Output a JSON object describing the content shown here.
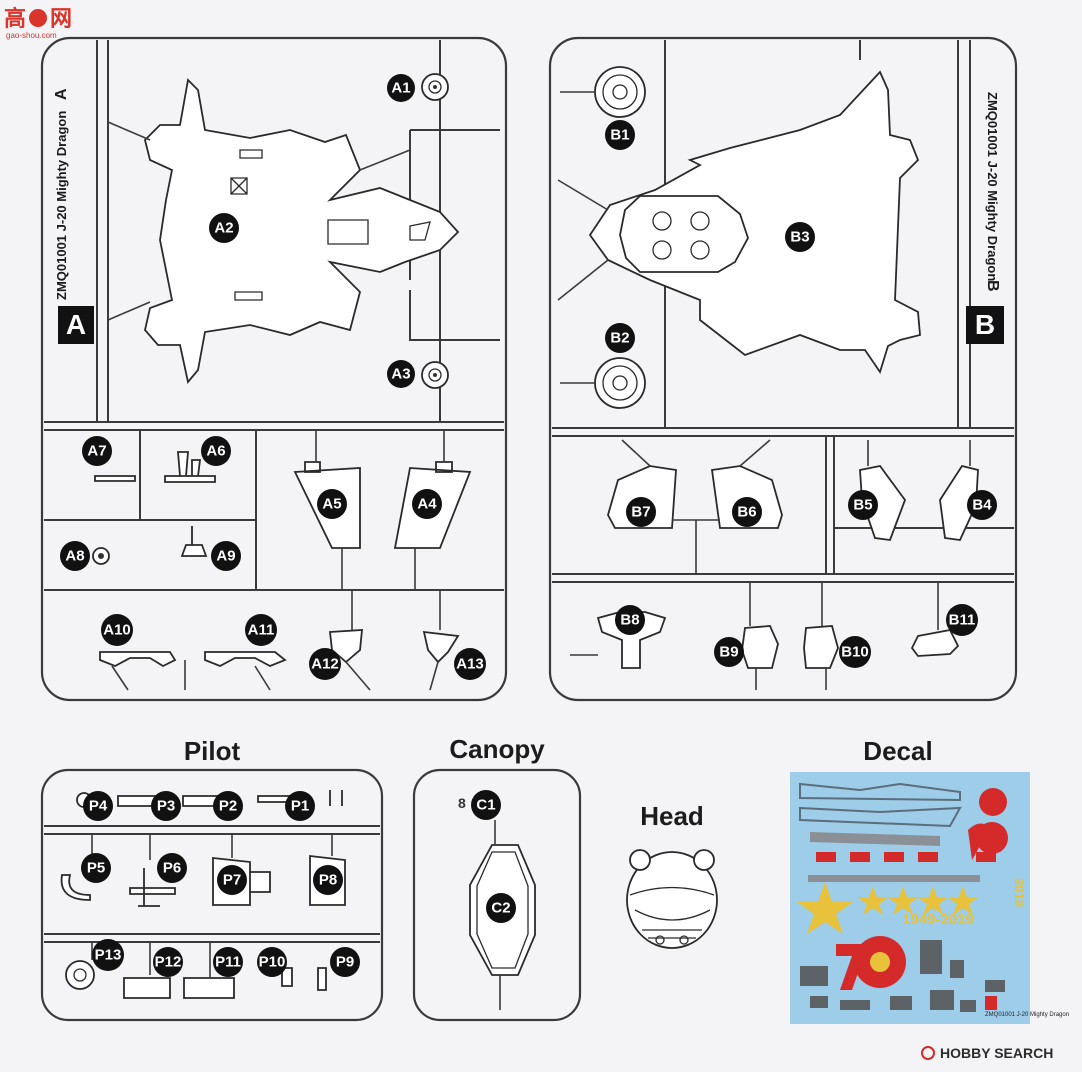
{
  "watermark_top": {
    "logo_chars": "高 网",
    "url": "gao-shou.com"
  },
  "watermark_bottom": {
    "brand": "HOBBY SEARCH"
  },
  "sprue_a": {
    "letter": "A",
    "side_text": "ZMQ01001 J-20 Mighty Dragon",
    "side_letter": "A",
    "parts": [
      "A1",
      "A2",
      "A3",
      "A4",
      "A5",
      "A6",
      "A7",
      "A8",
      "A9",
      "A10",
      "A11",
      "A12",
      "A13"
    ]
  },
  "sprue_b": {
    "letter": "B",
    "side_text": "ZMQ01001 J-20 Mighty Dragon",
    "side_letter": "B",
    "parts": [
      "B1",
      "B2",
      "B3",
      "B4",
      "B5",
      "B6",
      "B7",
      "B8",
      "B9",
      "B10",
      "B11"
    ]
  },
  "sections": {
    "pilot": "Pilot",
    "canopy": "Canopy",
    "head": "Head",
    "decal": "Decal"
  },
  "pilot_parts": [
    "P1",
    "P2",
    "P3",
    "P4",
    "P5",
    "P6",
    "P7",
    "P8",
    "P9",
    "P10",
    "P11",
    "P12",
    "P13"
  ],
  "canopy_parts": [
    "C1",
    "C2"
  ],
  "decal_sheet": {
    "years": "1949-2019",
    "caption": "ZMQ01001 J-20 Mighty Dragon",
    "colors": {
      "sheet": "#9dcde8",
      "red": "#d42a2a",
      "gold": "#e8c23a",
      "grey": "#8b8f96"
    }
  }
}
